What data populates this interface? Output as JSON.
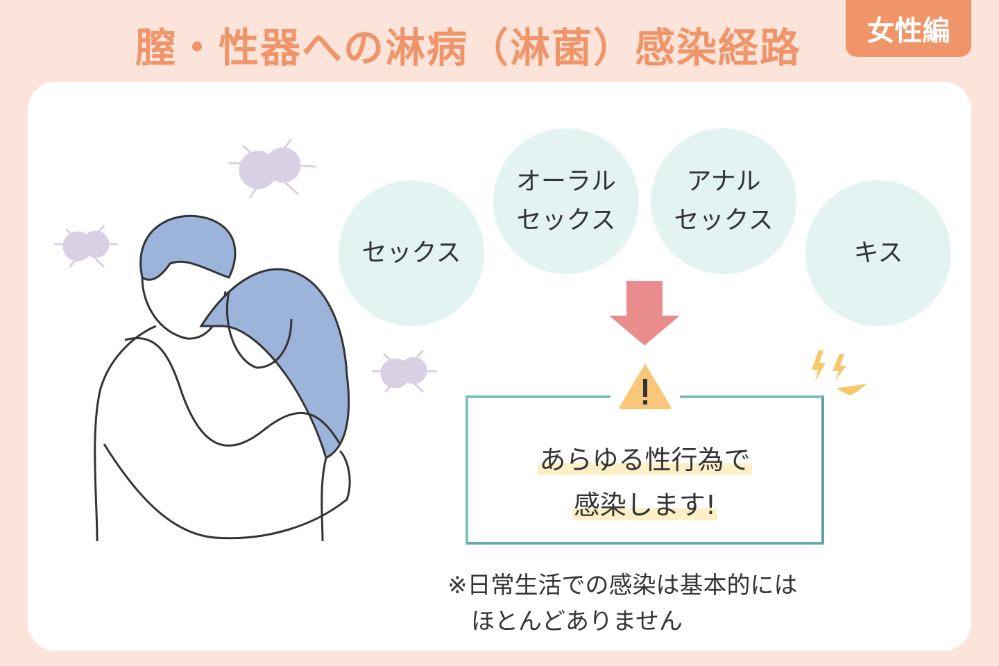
{
  "header": {
    "title": "膣・性器への淋病（淋菌）感染経路",
    "badge": "女性編"
  },
  "routes": [
    "セックス",
    "オーラル\nセックス",
    "アナル\nセックス",
    "キス"
  ],
  "message": {
    "line1": "あらゆる性行為で",
    "line2": "感染します!"
  },
  "note": "※日常生活での感染は基本的には\n　ほとんどありません",
  "colors": {
    "accent": "#f0956a",
    "circle": "#e2f3f2",
    "arrow": "#e88c8c",
    "warning": "#f9c77a",
    "hair": "#9db4da",
    "germ": "#d9d0e3"
  }
}
